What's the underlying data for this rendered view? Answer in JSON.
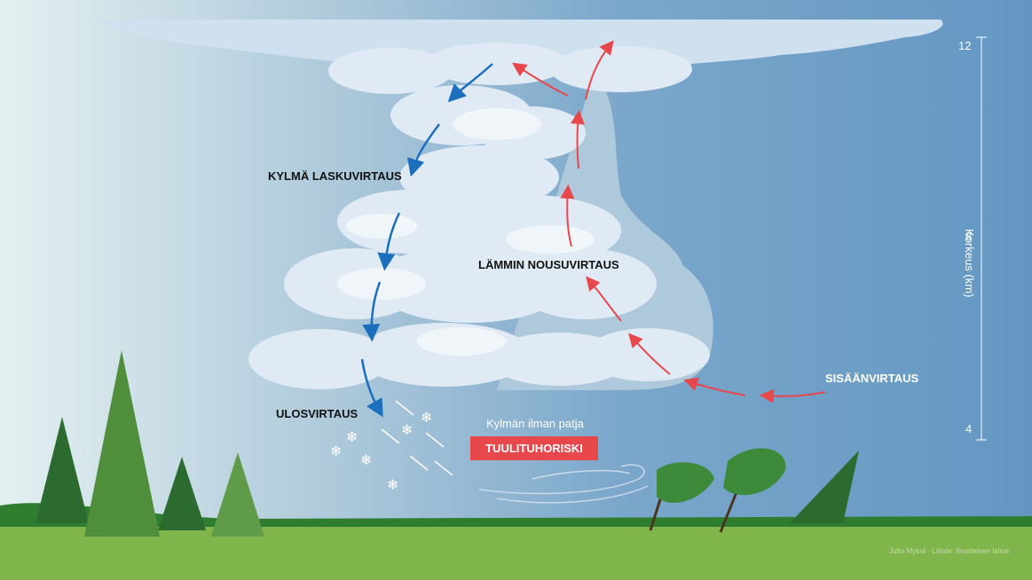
{
  "labels": {
    "cold_downdraft": "KYLMÄ LASKUVIRTAUS",
    "warm_updraft": "LÄMMIN NOUSUVIRTAUS",
    "inflow": "SISÄÄNVIRTAUS",
    "outflow": "ULOSVIRTAUS",
    "cold_pool": "Kylmän ilman patja",
    "gust": "TUULITUHORISKI"
  },
  "axis": {
    "title": "Korkeus (km)",
    "ticks": [
      "12",
      "8",
      "4"
    ]
  },
  "credit": "Jutta Mykrä · Lähde: Ilmatieteen laitos",
  "colors": {
    "sky": "#6a9cc5",
    "cold_arrow": "#1b6fbd",
    "warm_arrow": "#e8474c",
    "grass": "#7fb54a",
    "tree": "#3f7a35"
  },
  "icons": [
    "snowflake-icon",
    "cold-arrow-icon",
    "warm-arrow-icon",
    "tree-icon",
    "wind-icon"
  ]
}
